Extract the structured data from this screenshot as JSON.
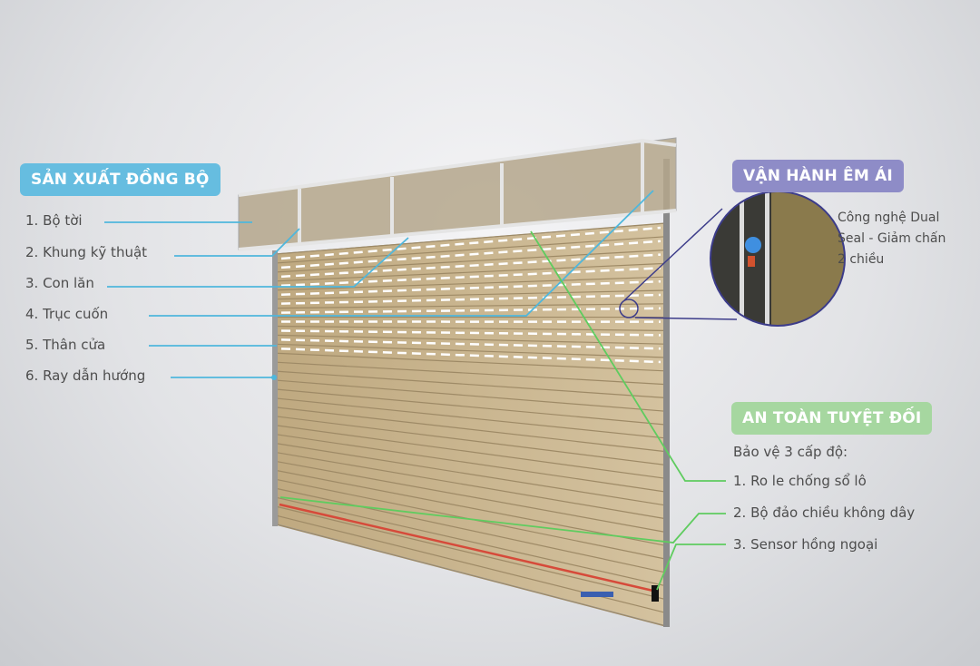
{
  "left_panel": {
    "title": "SẢN XUẤT ĐỒNG BỘ",
    "items": [
      "1. Bộ tời",
      "2. Khung kỹ thuật",
      "3. Con lăn",
      "4. Trục cuốn",
      "5. Thân cửa",
      "6. Ray dẫn hướng"
    ]
  },
  "top_right_panel": {
    "title": "VẬN HÀNH ÊM ÁI",
    "description_lines": [
      "Công nghệ Dual",
      "Seal - Giảm chấn",
      "2 chiều"
    ]
  },
  "bottom_right_panel": {
    "title": "AN TOÀN TUYỆT ĐỐI",
    "subtitle": "Bảo vệ 3 cấp độ:",
    "items": [
      "1. Ro le chống sổ lô",
      "2. Bộ đảo chiều không dây",
      "3. Sensor hồng ngoại"
    ]
  },
  "colors": {
    "blue": "#66bde0",
    "purple": "#8e8cc7",
    "green": "#a6d7a0",
    "door": "#c9b48f"
  }
}
